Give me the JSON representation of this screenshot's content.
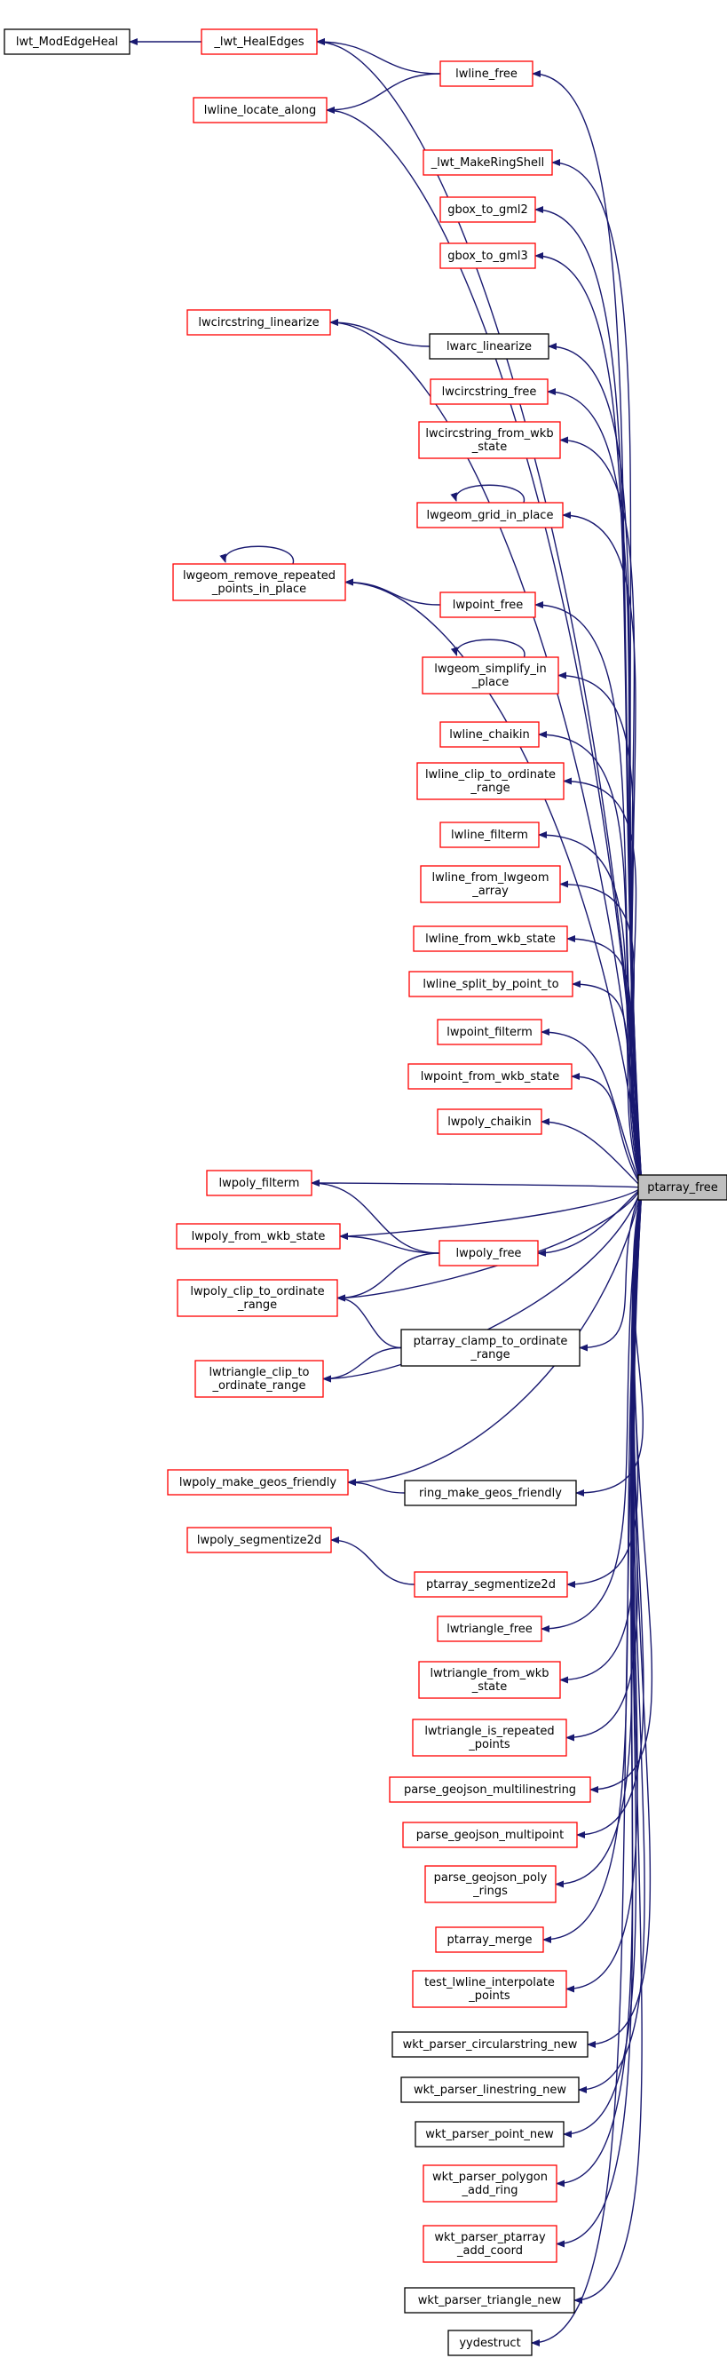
{
  "graph": {
    "focus": "ptarray_free",
    "arrow_color": "#191970",
    "border_colors": {
      "red": "#ff0000",
      "black": "#000000",
      "focus_fill": "#bfbfbf"
    },
    "nodes": [
      {
        "id": "ptarray_free",
        "lines": [
          "ptarray_free"
        ],
        "style": "focus"
      },
      {
        "id": "lwt_ModEdgeHeal",
        "lines": [
          "lwt_ModEdgeHeal"
        ],
        "style": "black"
      },
      {
        "id": "_lwt_HealEdges",
        "lines": [
          "_lwt_HealEdges"
        ],
        "style": "red"
      },
      {
        "id": "lwline_free",
        "lines": [
          "lwline_free"
        ],
        "style": "red"
      },
      {
        "id": "lwline_locate_along",
        "lines": [
          "lwline_locate_along"
        ],
        "style": "red"
      },
      {
        "id": "_lwt_MakeRingShell",
        "lines": [
          "_lwt_MakeRingShell"
        ],
        "style": "red"
      },
      {
        "id": "gbox_to_gml2",
        "lines": [
          "gbox_to_gml2"
        ],
        "style": "red"
      },
      {
        "id": "gbox_to_gml3",
        "lines": [
          "gbox_to_gml3"
        ],
        "style": "red"
      },
      {
        "id": "lwcircstring_linearize",
        "lines": [
          "lwcircstring_linearize"
        ],
        "style": "red"
      },
      {
        "id": "lwarc_linearize",
        "lines": [
          "lwarc_linearize"
        ],
        "style": "black"
      },
      {
        "id": "lwcircstring_free",
        "lines": [
          "lwcircstring_free"
        ],
        "style": "red"
      },
      {
        "id": "lwcircstring_from_wkb_state",
        "lines": [
          "lwcircstring_from_wkb",
          "_state"
        ],
        "style": "red"
      },
      {
        "id": "lwgeom_grid_in_place",
        "lines": [
          "lwgeom_grid_in_place"
        ],
        "style": "red"
      },
      {
        "id": "lwgeom_remove_repeated_points_in_place",
        "lines": [
          "lwgeom_remove_repeated",
          "_points_in_place"
        ],
        "style": "red"
      },
      {
        "id": "lwpoint_free",
        "lines": [
          "lwpoint_free"
        ],
        "style": "red"
      },
      {
        "id": "lwgeom_simplify_in_place",
        "lines": [
          "lwgeom_simplify_in",
          "_place"
        ],
        "style": "red"
      },
      {
        "id": "lwline_chaikin",
        "lines": [
          "lwline_chaikin"
        ],
        "style": "red"
      },
      {
        "id": "lwline_clip_to_ordinate_range",
        "lines": [
          "lwline_clip_to_ordinate",
          "_range"
        ],
        "style": "red"
      },
      {
        "id": "lwline_filterm",
        "lines": [
          "lwline_filterm"
        ],
        "style": "red"
      },
      {
        "id": "lwline_from_lwgeom_array",
        "lines": [
          "lwline_from_lwgeom",
          "_array"
        ],
        "style": "red"
      },
      {
        "id": "lwline_from_wkb_state",
        "lines": [
          "lwline_from_wkb_state"
        ],
        "style": "red"
      },
      {
        "id": "lwline_split_by_point_to",
        "lines": [
          "lwline_split_by_point_to"
        ],
        "style": "red"
      },
      {
        "id": "lwpoint_filterm",
        "lines": [
          "lwpoint_filterm"
        ],
        "style": "red"
      },
      {
        "id": "lwpoint_from_wkb_state",
        "lines": [
          "lwpoint_from_wkb_state"
        ],
        "style": "red"
      },
      {
        "id": "lwpoly_chaikin",
        "lines": [
          "lwpoly_chaikin"
        ],
        "style": "red"
      },
      {
        "id": "lwpoly_filterm",
        "lines": [
          "lwpoly_filterm"
        ],
        "style": "red"
      },
      {
        "id": "lwpoly_from_wkb_state",
        "lines": [
          "lwpoly_from_wkb_state"
        ],
        "style": "red"
      },
      {
        "id": "lwpoly_free",
        "lines": [
          "lwpoly_free"
        ],
        "style": "red"
      },
      {
        "id": "lwpoly_clip_to_ordinate_range",
        "lines": [
          "lwpoly_clip_to_ordinate",
          "_range"
        ],
        "style": "red"
      },
      {
        "id": "ptarray_clamp_to_ordinate_range",
        "lines": [
          "ptarray_clamp_to_ordinate",
          "_range"
        ],
        "style": "black"
      },
      {
        "id": "lwtriangle_clip_to_ordinate_range",
        "lines": [
          "lwtriangle_clip_to",
          "_ordinate_range"
        ],
        "style": "red"
      },
      {
        "id": "lwpoly_make_geos_friendly",
        "lines": [
          "lwpoly_make_geos_friendly"
        ],
        "style": "red"
      },
      {
        "id": "ring_make_geos_friendly",
        "lines": [
          "ring_make_geos_friendly"
        ],
        "style": "black"
      },
      {
        "id": "lwpoly_segmentize2d",
        "lines": [
          "lwpoly_segmentize2d"
        ],
        "style": "red"
      },
      {
        "id": "ptarray_segmentize2d",
        "lines": [
          "ptarray_segmentize2d"
        ],
        "style": "red"
      },
      {
        "id": "lwtriangle_free",
        "lines": [
          "lwtriangle_free"
        ],
        "style": "red"
      },
      {
        "id": "lwtriangle_from_wkb_state",
        "lines": [
          "lwtriangle_from_wkb",
          "_state"
        ],
        "style": "red"
      },
      {
        "id": "lwtriangle_is_repeated_points",
        "lines": [
          "lwtriangle_is_repeated",
          "_points"
        ],
        "style": "red"
      },
      {
        "id": "parse_geojson_multilinestring",
        "lines": [
          "parse_geojson_multilinestring"
        ],
        "style": "red"
      },
      {
        "id": "parse_geojson_multipoint",
        "lines": [
          "parse_geojson_multipoint"
        ],
        "style": "red"
      },
      {
        "id": "parse_geojson_poly_rings",
        "lines": [
          "parse_geojson_poly",
          "_rings"
        ],
        "style": "red"
      },
      {
        "id": "ptarray_merge",
        "lines": [
          "ptarray_merge"
        ],
        "style": "red"
      },
      {
        "id": "test_lwline_interpolate_points",
        "lines": [
          "test_lwline_interpolate",
          "_points"
        ],
        "style": "red"
      },
      {
        "id": "wkt_parser_circularstring_new",
        "lines": [
          "wkt_parser_circularstring_new"
        ],
        "style": "black"
      },
      {
        "id": "wkt_parser_linestring_new",
        "lines": [
          "wkt_parser_linestring_new"
        ],
        "style": "black"
      },
      {
        "id": "wkt_parser_point_new",
        "lines": [
          "wkt_parser_point_new"
        ],
        "style": "black"
      },
      {
        "id": "wkt_parser_polygon_add_ring",
        "lines": [
          "wkt_parser_polygon",
          "_add_ring"
        ],
        "style": "red"
      },
      {
        "id": "wkt_parser_ptarray_add_coord",
        "lines": [
          "wkt_parser_ptarray",
          "_add_coord"
        ],
        "style": "red"
      },
      {
        "id": "wkt_parser_triangle_new",
        "lines": [
          "wkt_parser_triangle_new"
        ],
        "style": "black"
      },
      {
        "id": "yydestruct",
        "lines": [
          "yydestruct"
        ],
        "style": "black"
      }
    ],
    "edges": [
      [
        "_lwt_HealEdges",
        "lwt_ModEdgeHeal"
      ],
      [
        "ptarray_free",
        "_lwt_HealEdges"
      ],
      [
        "lwline_free",
        "_lwt_HealEdges"
      ],
      [
        "lwline_free",
        "lwline_locate_along"
      ],
      [
        "ptarray_free",
        "lwline_free"
      ],
      [
        "ptarray_free",
        "lwline_locate_along"
      ],
      [
        "ptarray_free",
        "_lwt_MakeRingShell"
      ],
      [
        "ptarray_free",
        "gbox_to_gml2"
      ],
      [
        "ptarray_free",
        "gbox_to_gml3"
      ],
      [
        "ptarray_free",
        "lwcircstring_linearize"
      ],
      [
        "lwarc_linearize",
        "lwcircstring_linearize"
      ],
      [
        "ptarray_free",
        "lwarc_linearize"
      ],
      [
        "ptarray_free",
        "lwcircstring_free"
      ],
      [
        "ptarray_free",
        "lwcircstring_from_wkb_state"
      ],
      [
        "lwgeom_grid_in_place",
        "lwgeom_grid_in_place"
      ],
      [
        "ptarray_free",
        "lwgeom_grid_in_place"
      ],
      [
        "lwgeom_remove_repeated_points_in_place",
        "lwgeom_remove_repeated_points_in_place"
      ],
      [
        "ptarray_free",
        "lwgeom_remove_repeated_points_in_place"
      ],
      [
        "lwpoint_free",
        "lwgeom_remove_repeated_points_in_place"
      ],
      [
        "ptarray_free",
        "lwpoint_free"
      ],
      [
        "lwgeom_simplify_in_place",
        "lwgeom_simplify_in_place"
      ],
      [
        "ptarray_free",
        "lwgeom_simplify_in_place"
      ],
      [
        "ptarray_free",
        "lwline_chaikin"
      ],
      [
        "ptarray_free",
        "lwline_clip_to_ordinate_range"
      ],
      [
        "ptarray_free",
        "lwline_filterm"
      ],
      [
        "ptarray_free",
        "lwline_from_lwgeom_array"
      ],
      [
        "ptarray_free",
        "lwline_from_wkb_state"
      ],
      [
        "ptarray_free",
        "lwline_split_by_point_to"
      ],
      [
        "ptarray_free",
        "lwpoint_filterm"
      ],
      [
        "ptarray_free",
        "lwpoint_from_wkb_state"
      ],
      [
        "ptarray_free",
        "lwpoly_chaikin"
      ],
      [
        "ptarray_free",
        "lwpoly_filterm"
      ],
      [
        "ptarray_free",
        "lwpoly_from_wkb_state"
      ],
      [
        "lwpoly_free",
        "lwpoly_filterm"
      ],
      [
        "lwpoly_free",
        "lwpoly_from_wkb_state"
      ],
      [
        "lwpoly_free",
        "lwpoly_clip_to_ordinate_range"
      ],
      [
        "ptarray_free",
        "lwpoly_free"
      ],
      [
        "ptarray_free",
        "lwpoly_clip_to_ordinate_range"
      ],
      [
        "ptarray_clamp_to_ordinate_range",
        "lwpoly_clip_to_ordinate_range"
      ],
      [
        "ptarray_clamp_to_ordinate_range",
        "lwtriangle_clip_to_ordinate_range"
      ],
      [
        "ptarray_free",
        "ptarray_clamp_to_ordinate_range"
      ],
      [
        "ptarray_free",
        "lwtriangle_clip_to_ordinate_range"
      ],
      [
        "ptarray_free",
        "lwpoly_make_geos_friendly"
      ],
      [
        "ring_make_geos_friendly",
        "lwpoly_make_geos_friendly"
      ],
      [
        "ptarray_free",
        "ring_make_geos_friendly"
      ],
      [
        "ptarray_segmentize2d",
        "lwpoly_segmentize2d"
      ],
      [
        "ptarray_free",
        "ptarray_segmentize2d"
      ],
      [
        "ptarray_free",
        "lwtriangle_free"
      ],
      [
        "ptarray_free",
        "lwtriangle_from_wkb_state"
      ],
      [
        "ptarray_free",
        "lwtriangle_is_repeated_points"
      ],
      [
        "ptarray_free",
        "parse_geojson_multilinestring"
      ],
      [
        "ptarray_free",
        "parse_geojson_multipoint"
      ],
      [
        "ptarray_free",
        "parse_geojson_poly_rings"
      ],
      [
        "ptarray_free",
        "ptarray_merge"
      ],
      [
        "ptarray_free",
        "test_lwline_interpolate_points"
      ],
      [
        "ptarray_free",
        "wkt_parser_circularstring_new"
      ],
      [
        "ptarray_free",
        "wkt_parser_linestring_new"
      ],
      [
        "ptarray_free",
        "wkt_parser_point_new"
      ],
      [
        "ptarray_free",
        "wkt_parser_polygon_add_ring"
      ],
      [
        "ptarray_free",
        "wkt_parser_ptarray_add_coord"
      ],
      [
        "ptarray_free",
        "wkt_parser_triangle_new"
      ],
      [
        "ptarray_free",
        "yydestruct"
      ]
    ]
  }
}
